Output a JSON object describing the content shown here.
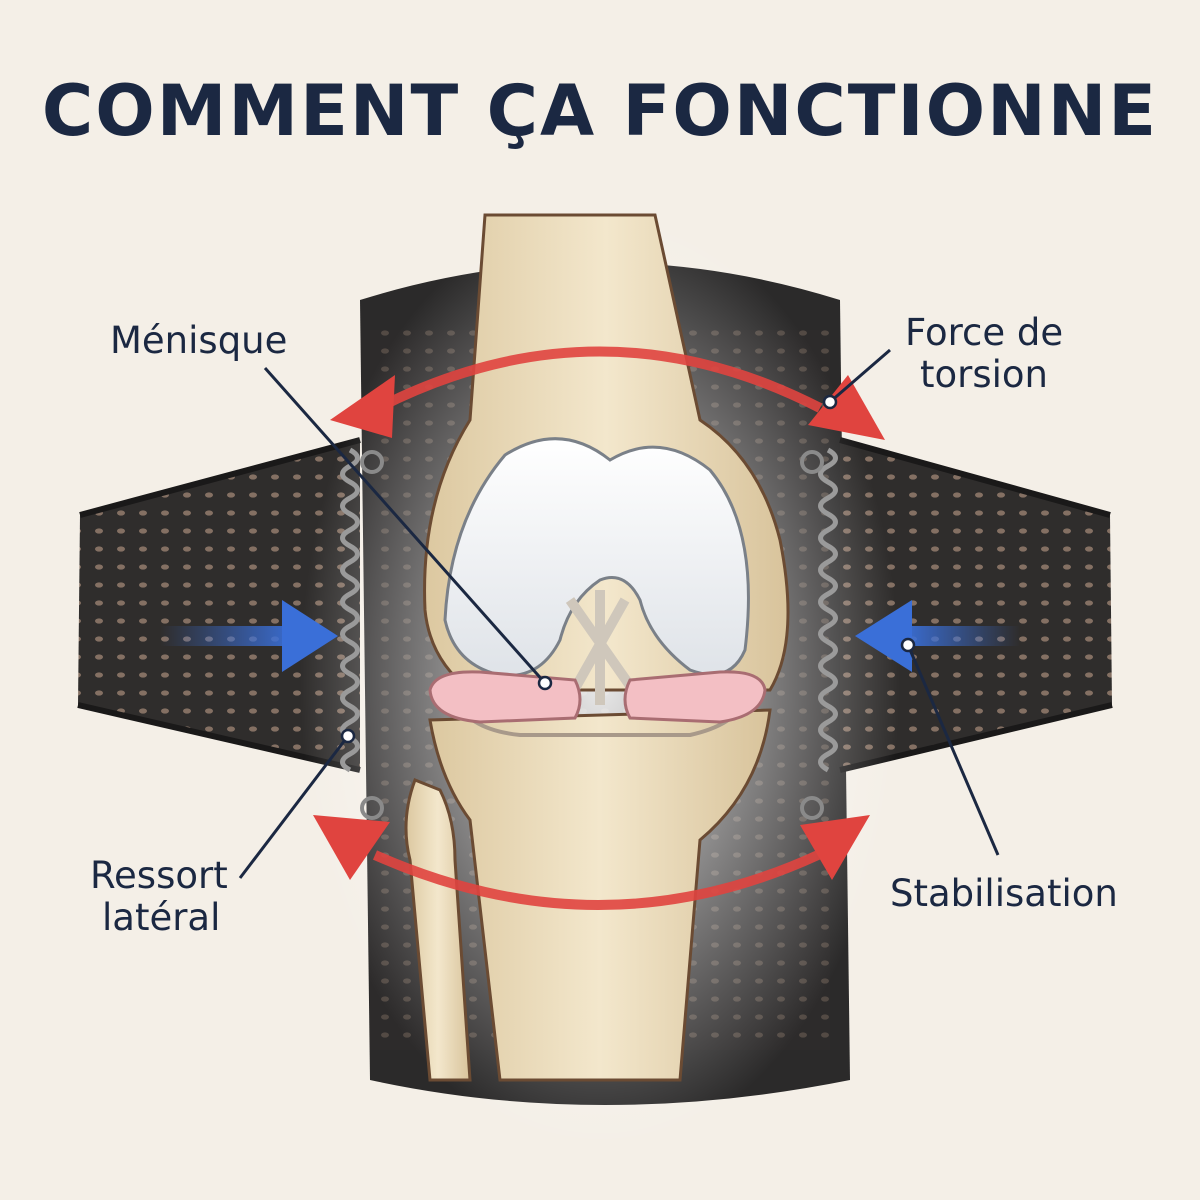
{
  "title": "COMMENT ÇA FONCTIONNE",
  "labels": {
    "menisque": "Ménisque",
    "torsion_line1": "Force de",
    "torsion_line2": "torsion",
    "ressort_line1": "Ressort",
    "ressort_line2": "latéral",
    "stabilisation": "Stabilisation"
  },
  "colors": {
    "background": "#f4efe7",
    "title": "#1b2842",
    "twist_arrow": "#e0443f",
    "compression_arrow": "#3a6fd8",
    "brace": "#2b2a2a",
    "bone": "#eadcbd",
    "cartilage": "#e7ebef",
    "meniscus": "#f3bfc4"
  },
  "icons": [
    "torsion-arrow-icon",
    "compression-arrow-icon",
    "spring-icon"
  ]
}
